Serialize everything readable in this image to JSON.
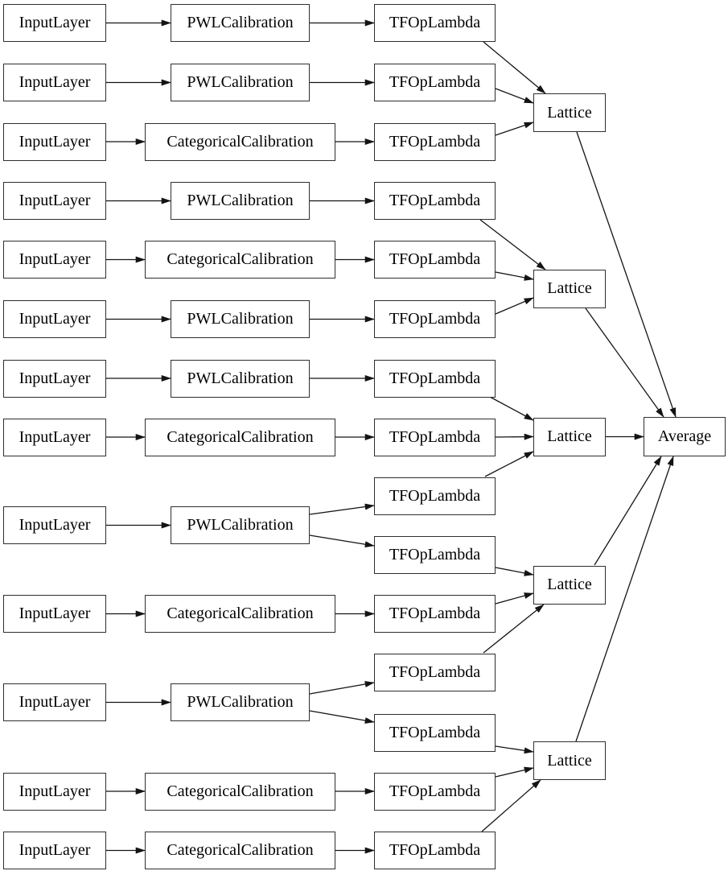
{
  "diagram": {
    "description": "Keras model graph: calibrated lattice ensemble",
    "colors": {
      "background": "#ffffff",
      "node_fill": "#ffffff",
      "node_border": "#2e2e2e",
      "edge": "#141414",
      "text": "#000000"
    },
    "nodes": [
      {
        "id": "il1",
        "label": "InputLayer"
      },
      {
        "id": "il2",
        "label": "InputLayer"
      },
      {
        "id": "il3",
        "label": "InputLayer"
      },
      {
        "id": "il4",
        "label": "InputLayer"
      },
      {
        "id": "il5",
        "label": "InputLayer"
      },
      {
        "id": "il6",
        "label": "InputLayer"
      },
      {
        "id": "il7",
        "label": "InputLayer"
      },
      {
        "id": "il8",
        "label": "InputLayer"
      },
      {
        "id": "il9",
        "label": "InputLayer"
      },
      {
        "id": "il10",
        "label": "InputLayer"
      },
      {
        "id": "il11",
        "label": "InputLayer"
      },
      {
        "id": "il12",
        "label": "InputLayer"
      },
      {
        "id": "il13",
        "label": "InputLayer"
      },
      {
        "id": "c1",
        "label": "PWLCalibration"
      },
      {
        "id": "c2",
        "label": "PWLCalibration"
      },
      {
        "id": "c3",
        "label": "CategoricalCalibration"
      },
      {
        "id": "c4",
        "label": "PWLCalibration"
      },
      {
        "id": "c5",
        "label": "CategoricalCalibration"
      },
      {
        "id": "c6",
        "label": "PWLCalibration"
      },
      {
        "id": "c7",
        "label": "PWLCalibration"
      },
      {
        "id": "c8",
        "label": "CategoricalCalibration"
      },
      {
        "id": "c9",
        "label": "PWLCalibration"
      },
      {
        "id": "c10",
        "label": "CategoricalCalibration"
      },
      {
        "id": "c11",
        "label": "PWLCalibration"
      },
      {
        "id": "c12",
        "label": "CategoricalCalibration"
      },
      {
        "id": "c13",
        "label": "CategoricalCalibration"
      },
      {
        "id": "t1",
        "label": "TFOpLambda"
      },
      {
        "id": "t2",
        "label": "TFOpLambda"
      },
      {
        "id": "t3",
        "label": "TFOpLambda"
      },
      {
        "id": "t4",
        "label": "TFOpLambda"
      },
      {
        "id": "t5",
        "label": "TFOpLambda"
      },
      {
        "id": "t6",
        "label": "TFOpLambda"
      },
      {
        "id": "t7",
        "label": "TFOpLambda"
      },
      {
        "id": "t8",
        "label": "TFOpLambda"
      },
      {
        "id": "t9",
        "label": "TFOpLambda"
      },
      {
        "id": "t10",
        "label": "TFOpLambda"
      },
      {
        "id": "t11",
        "label": "TFOpLambda"
      },
      {
        "id": "t12",
        "label": "TFOpLambda"
      },
      {
        "id": "t13",
        "label": "TFOpLambda"
      },
      {
        "id": "t14",
        "label": "TFOpLambda"
      },
      {
        "id": "t15",
        "label": "TFOpLambda"
      },
      {
        "id": "l1",
        "label": "Lattice"
      },
      {
        "id": "l2",
        "label": "Lattice"
      },
      {
        "id": "l3",
        "label": "Lattice"
      },
      {
        "id": "l4",
        "label": "Lattice"
      },
      {
        "id": "l5",
        "label": "Lattice"
      },
      {
        "id": "av",
        "label": "Average"
      }
    ],
    "edges": [
      {
        "from": "il1",
        "to": "c1"
      },
      {
        "from": "il2",
        "to": "c2"
      },
      {
        "from": "il3",
        "to": "c3"
      },
      {
        "from": "il4",
        "to": "c4"
      },
      {
        "from": "il5",
        "to": "c5"
      },
      {
        "from": "il6",
        "to": "c6"
      },
      {
        "from": "il7",
        "to": "c7"
      },
      {
        "from": "il8",
        "to": "c8"
      },
      {
        "from": "il9",
        "to": "c9"
      },
      {
        "from": "il10",
        "to": "c10"
      },
      {
        "from": "il11",
        "to": "c11"
      },
      {
        "from": "il12",
        "to": "c12"
      },
      {
        "from": "il13",
        "to": "c13"
      },
      {
        "from": "c1",
        "to": "t1"
      },
      {
        "from": "c2",
        "to": "t2"
      },
      {
        "from": "c3",
        "to": "t3"
      },
      {
        "from": "c4",
        "to": "t4"
      },
      {
        "from": "c5",
        "to": "t5"
      },
      {
        "from": "c6",
        "to": "t6"
      },
      {
        "from": "c7",
        "to": "t7"
      },
      {
        "from": "c8",
        "to": "t8"
      },
      {
        "from": "c9",
        "to": "t9"
      },
      {
        "from": "c9",
        "to": "t10"
      },
      {
        "from": "c10",
        "to": "t11"
      },
      {
        "from": "c11",
        "to": "t12"
      },
      {
        "from": "c11",
        "to": "t13"
      },
      {
        "from": "c12",
        "to": "t14"
      },
      {
        "from": "c13",
        "to": "t15"
      },
      {
        "from": "t1",
        "to": "l1"
      },
      {
        "from": "t2",
        "to": "l1"
      },
      {
        "from": "t3",
        "to": "l1"
      },
      {
        "from": "t4",
        "to": "l2"
      },
      {
        "from": "t5",
        "to": "l2"
      },
      {
        "from": "t6",
        "to": "l2"
      },
      {
        "from": "t7",
        "to": "l3"
      },
      {
        "from": "t8",
        "to": "l3"
      },
      {
        "from": "t9",
        "to": "l3"
      },
      {
        "from": "t10",
        "to": "l4"
      },
      {
        "from": "t11",
        "to": "l4"
      },
      {
        "from": "t12",
        "to": "l4"
      },
      {
        "from": "t13",
        "to": "l5"
      },
      {
        "from": "t14",
        "to": "l5"
      },
      {
        "from": "t15",
        "to": "l5"
      },
      {
        "from": "l1",
        "to": "av"
      },
      {
        "from": "l2",
        "to": "av"
      },
      {
        "from": "l3",
        "to": "av"
      },
      {
        "from": "l4",
        "to": "av"
      },
      {
        "from": "l5",
        "to": "av"
      }
    ]
  }
}
